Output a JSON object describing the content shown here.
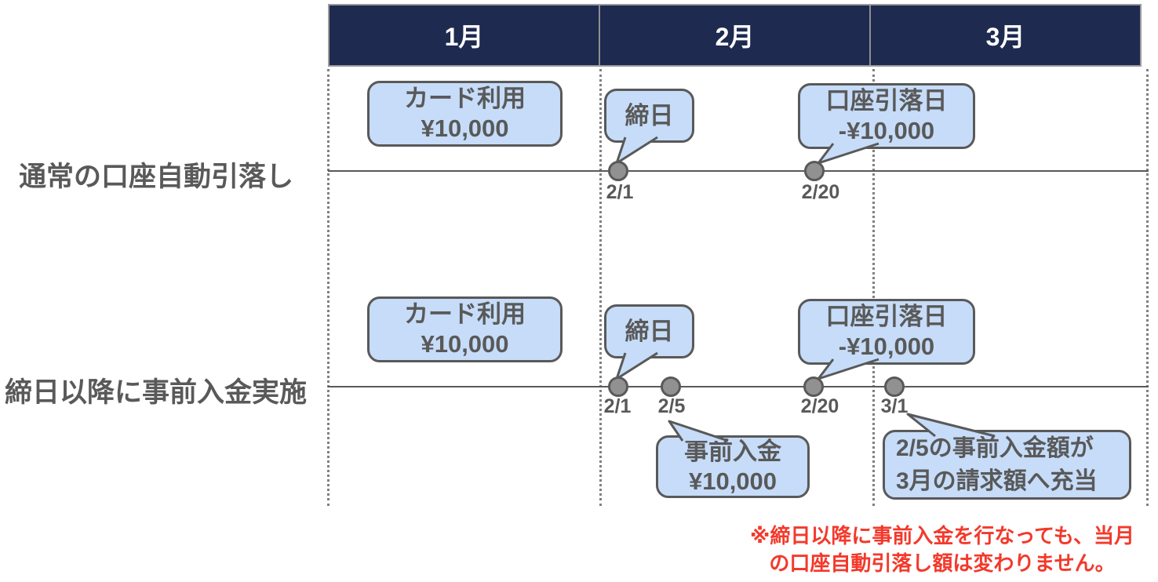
{
  "header": {
    "months": [
      "1月",
      "2月",
      "3月"
    ]
  },
  "rows": [
    {
      "label": "通常の口座自動引落し",
      "card_bubble": {
        "title": "カード利用",
        "amount": "¥10,000"
      },
      "closing_bubble": "締日",
      "withdrawal_bubble": {
        "title": "口座引落日",
        "amount": "-¥10,000"
      },
      "dates": [
        "2/1",
        "2/20"
      ]
    },
    {
      "label": "締日以降に事前入金実施",
      "card_bubble": {
        "title": "カード利用",
        "amount": "¥10,000"
      },
      "closing_bubble": "締日",
      "withdrawal_bubble": {
        "title": "口座引落日",
        "amount": "-¥10,000"
      },
      "deposit_bubble": {
        "title": "事前入金",
        "amount": "¥10,000"
      },
      "note_bubble": {
        "line1": "2/5の事前入金額が",
        "line2": "3月の請求額へ充当"
      },
      "dates": [
        "2/1",
        "2/5",
        "2/20",
        "3/1"
      ]
    }
  ],
  "footnote": {
    "line1": "※締日以降に事前入金を行なっても、当月",
    "line2": "の口座自動引落し額は変わりません。"
  },
  "colors": {
    "header_bg": "#1e2a4f",
    "header_text": "#ffffff",
    "bubble_fill": "#c6dcf8",
    "stroke_gray": "#595959",
    "dot_fill": "#919191",
    "footnote_red": "#f3392b"
  }
}
